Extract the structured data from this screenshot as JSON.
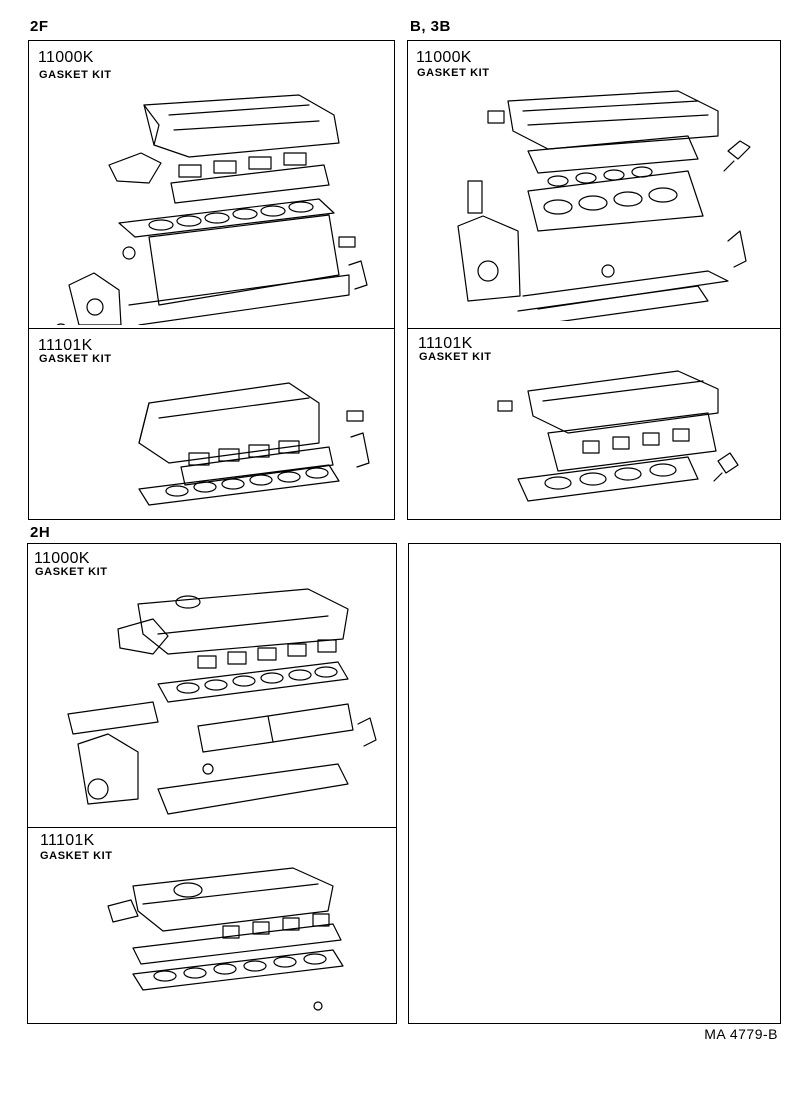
{
  "sections": {
    "top_left": {
      "label": "2F",
      "upper": {
        "code": "11000K",
        "name": "GASKET KIT"
      },
      "lower": {
        "code": "11101K",
        "name": "GASKET KIT"
      }
    },
    "top_right": {
      "label": "B, 3B",
      "upper": {
        "code": "11000K",
        "name": "GASKET KIT"
      },
      "lower": {
        "code": "11101K",
        "name": "GASKET KIT"
      }
    },
    "bottom_left": {
      "label": "2H",
      "upper": {
        "code": "11000K",
        "name": "GASKET KIT"
      },
      "lower": {
        "code": "11101K",
        "name": "GASKET KIT"
      }
    }
  },
  "reference": "MA  4779-B"
}
